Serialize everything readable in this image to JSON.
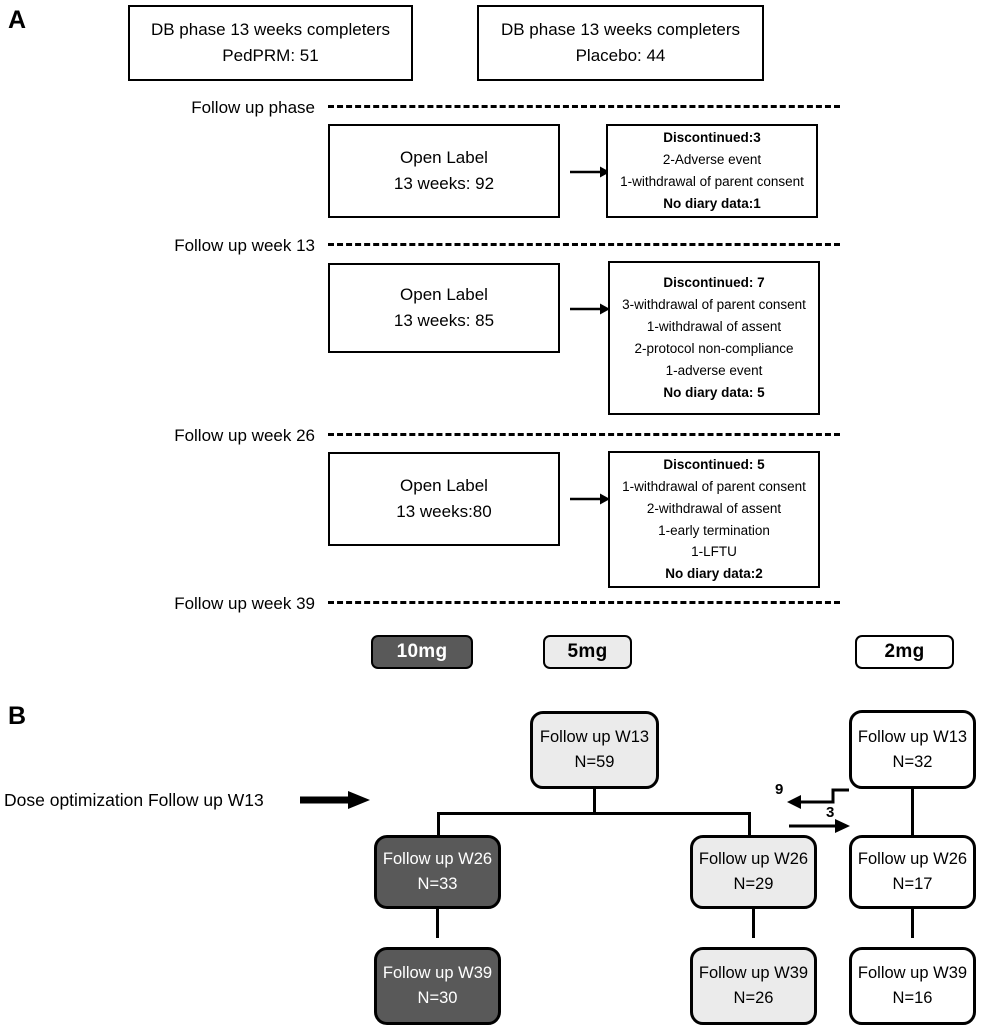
{
  "panels": {
    "a_letter": "A",
    "b_letter": "B"
  },
  "panel_a": {
    "top_boxes": [
      {
        "line1": "DB phase 13  weeks completers",
        "line2": "PedPRM: 51"
      },
      {
        "line1": "DB phase  13 weeks completers",
        "line2": "Placebo: 44"
      }
    ],
    "phase_labels": [
      "Follow up phase",
      "Follow up  week 13",
      "Follow up week 26",
      "Follow up week 39"
    ],
    "stages": [
      {
        "open_label": {
          "line1": "Open Label",
          "line2": "13 weeks: 92"
        },
        "discontinued": {
          "header": "Discontinued:3",
          "reasons": [
            "2-Adverse event",
            "1-withdrawal of parent consent"
          ],
          "footer": "No diary data:1"
        }
      },
      {
        "open_label": {
          "line1": "Open Label",
          "line2": "13 weeks: 85"
        },
        "discontinued": {
          "header": "Discontinued: 7",
          "reasons": [
            "3-withdrawal of parent consent",
            "1-withdrawal of assent",
            "2-protocol non-compliance",
            "1-adverse event"
          ],
          "footer": "No diary data: 5"
        }
      },
      {
        "open_label": {
          "line1": "Open Label",
          "line2": "13 weeks:80"
        },
        "discontinued": {
          "header": "Discontinued: 5",
          "reasons": [
            "1-withdrawal of parent consent",
            "2-withdrawal of assent",
            "1-early termination",
            "1-LFTU"
          ],
          "footer": "No diary data:2"
        }
      }
    ]
  },
  "dose_legend": [
    {
      "label": "10mg",
      "fill": "#595959",
      "text_color": "#ffffff"
    },
    {
      "label": "5mg",
      "fill": "#ebebeb",
      "text_color": "#000000"
    },
    {
      "label": "2mg",
      "fill": "#ffffff",
      "text_color": "#000000"
    }
  ],
  "panel_b": {
    "dose_optimization_label": "Dose optimization Follow up W13",
    "exchange": {
      "left_count": "9",
      "right_count": "3"
    },
    "nodes": {
      "w13_5mg": {
        "line1": "Follow up W13",
        "line2": "N=59",
        "fill": "#ebebeb",
        "text_color": "#000000"
      },
      "w13_2mg": {
        "line1": "Follow up W13",
        "line2": "N=32",
        "fill": "#ffffff",
        "text_color": "#000000"
      },
      "w26_10mg": {
        "line1": "Follow up W26",
        "line2": "N=33",
        "fill": "#595959",
        "text_color": "#ffffff"
      },
      "w26_5mg": {
        "line1": "Follow up W26",
        "line2": "N=29",
        "fill": "#ebebeb",
        "text_color": "#000000"
      },
      "w26_2mg": {
        "line1": "Follow up W26",
        "line2": "N=17",
        "fill": "#ffffff",
        "text_color": "#000000"
      },
      "w39_10mg": {
        "line1": "Follow up W39",
        "line2": "N=30",
        "fill": "#595959",
        "text_color": "#ffffff"
      },
      "w39_5mg": {
        "line1": "Follow up W39",
        "line2": "N=26",
        "fill": "#ebebeb",
        "text_color": "#000000"
      },
      "w39_2mg": {
        "line1": "Follow up W39",
        "line2": "N=16",
        "fill": "#ffffff",
        "text_color": "#000000"
      }
    }
  },
  "colors": {
    "stroke": "#000000",
    "dark_gray": "#595959",
    "light_gray": "#ebebeb",
    "white": "#ffffff"
  }
}
